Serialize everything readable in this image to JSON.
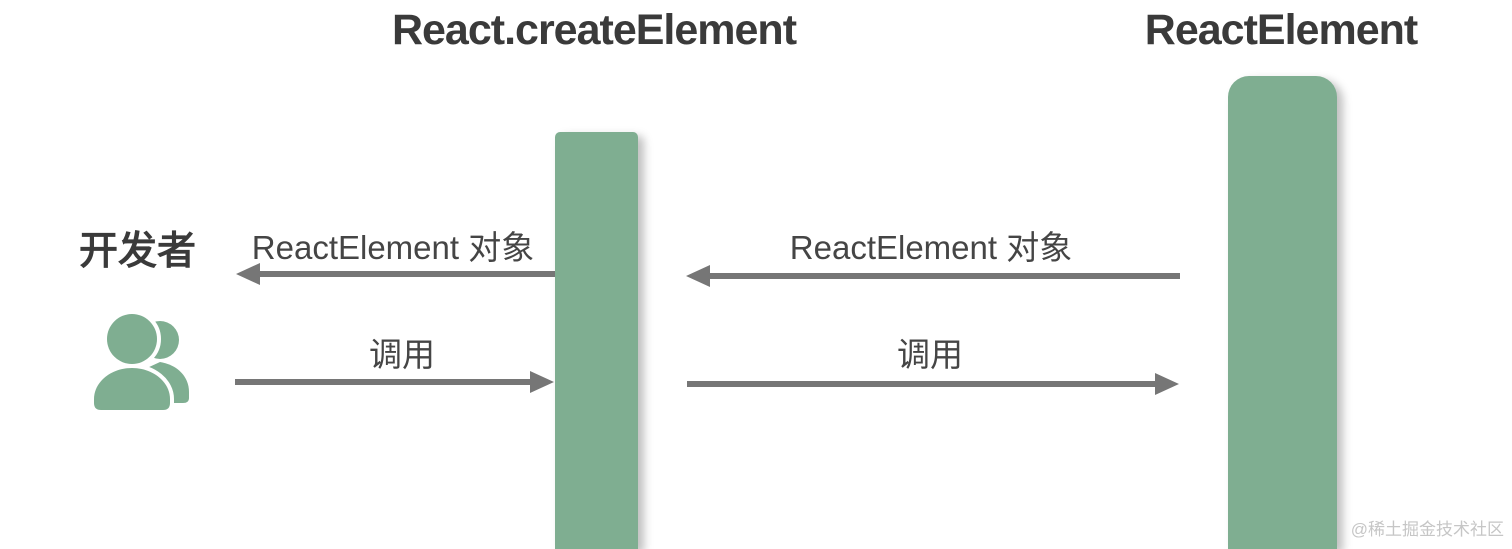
{
  "diagram": {
    "lifelines": [
      {
        "name": "React.createElement"
      },
      {
        "name": "ReactElement"
      }
    ],
    "actor": {
      "name": "开发者",
      "icon": "users-icon"
    },
    "sections": [
      {
        "return_label": "ReactElement 对象",
        "return_direction": "left",
        "call_label": "调用",
        "call_direction": "right"
      },
      {
        "return_label": "ReactElement 对象",
        "return_direction": "left",
        "call_label": "调用",
        "call_direction": "right"
      }
    ],
    "watermark": "@稀土掘金技术社区"
  },
  "colors": {
    "lifeline_green": "#7FAE91",
    "arrow_gray": "#767676",
    "title_text": "#3A3A3A",
    "label_text": "#454545",
    "watermark_gray": "#C6C6C6"
  }
}
